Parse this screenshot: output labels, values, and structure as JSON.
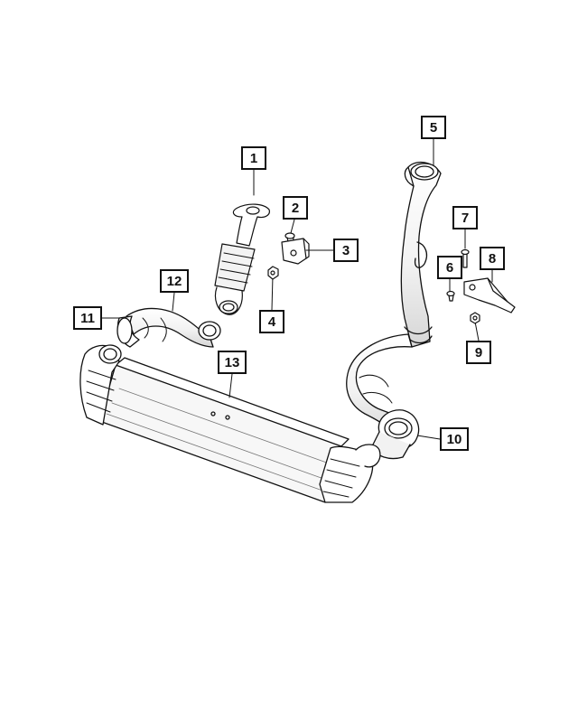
{
  "diagram": {
    "callouts": [
      {
        "label": "1"
      },
      {
        "label": "2"
      },
      {
        "label": "3"
      },
      {
        "label": "4"
      },
      {
        "label": "5"
      },
      {
        "label": "6"
      },
      {
        "label": "7"
      },
      {
        "label": "8"
      },
      {
        "label": "9"
      },
      {
        "label": "10"
      },
      {
        "label": "11"
      },
      {
        "label": "12"
      },
      {
        "label": "13"
      }
    ]
  }
}
